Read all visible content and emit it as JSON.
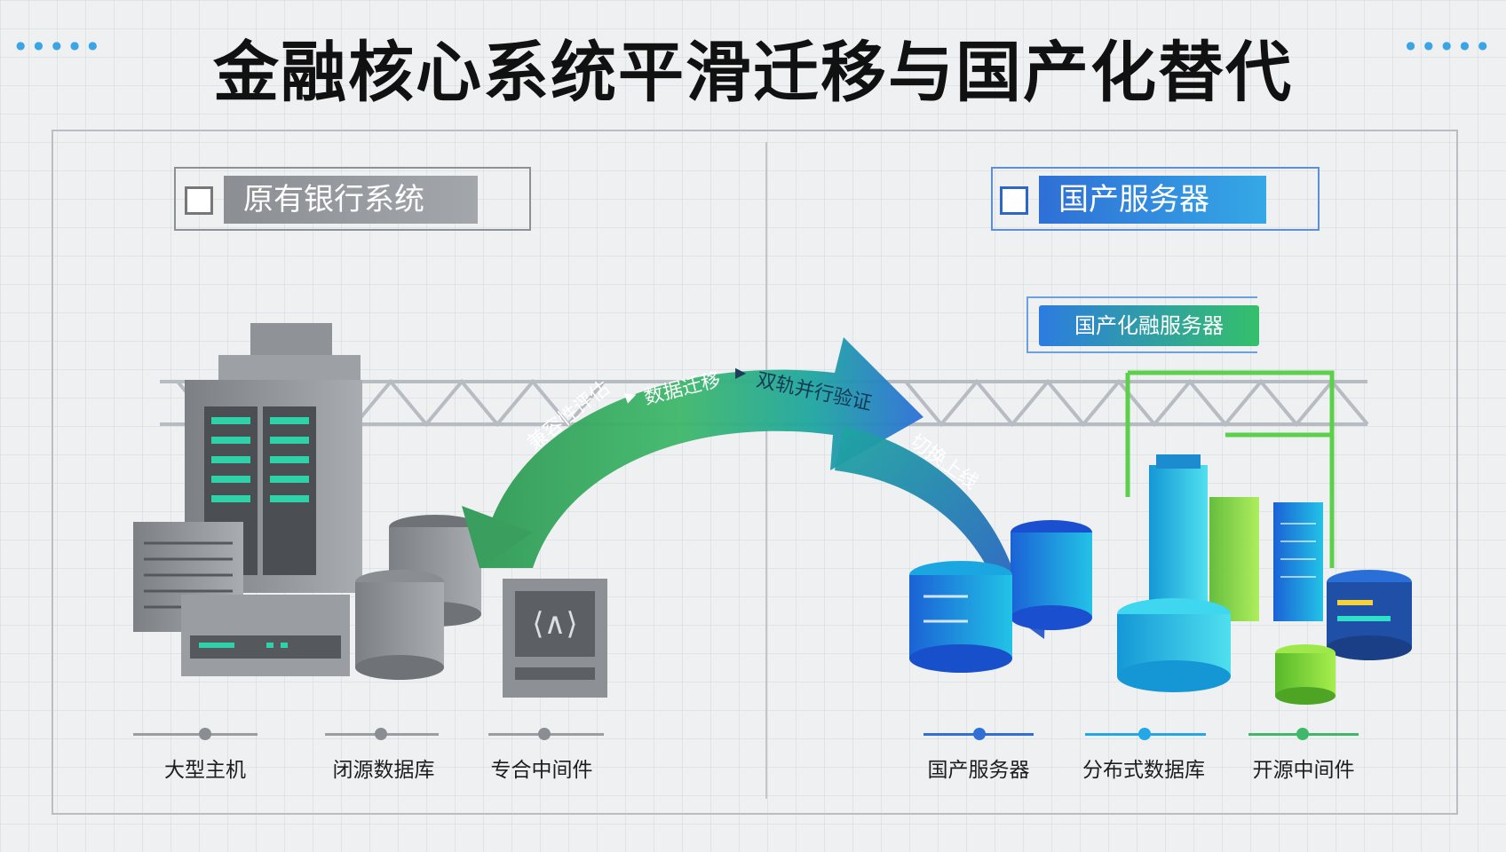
{
  "title": "金融核心系统平滑迁移与国产化替代",
  "left_panel": {
    "label": "原有银行系统",
    "captions": [
      "大型主机",
      "闭源数据库",
      "专合中间件"
    ]
  },
  "right_panel": {
    "label": "国产服务器",
    "sub_label": "国产化融服务器",
    "captions": [
      "国产服务器",
      "分布式数据库",
      "开源中间件"
    ]
  },
  "migration_steps": [
    "兼容性评估",
    "数据迁移",
    "双轨并行验证",
    "切换上线"
  ],
  "colors": {
    "legacy_gray": "#8b8f93",
    "arrow_green": "#3fb86a",
    "arrow_teal": "#1fa6a0",
    "arrow_blue": "#2c6fd8",
    "new_blue": "#2f6fd6",
    "new_cyan": "#22c3e6",
    "new_green": "#6fd53a"
  }
}
